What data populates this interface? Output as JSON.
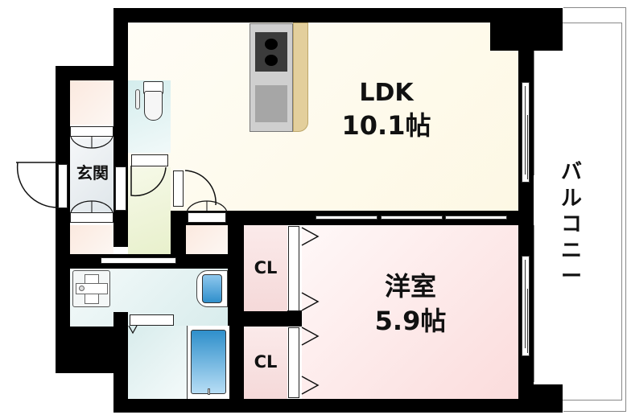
{
  "floor_plan": {
    "rooms": [
      {
        "id": "ldk",
        "name": "LDK",
        "size": "10.1帖"
      },
      {
        "id": "western-room",
        "name": "洋室",
        "size": "5.9帖"
      },
      {
        "id": "entrance",
        "name": "玄関"
      },
      {
        "id": "closet-upper",
        "name": "CL"
      },
      {
        "id": "closet-lower",
        "name": "CL"
      },
      {
        "id": "balcony",
        "name": "バルコニー"
      }
    ],
    "fixtures": [
      "toilet",
      "kitchen-stove",
      "kitchen-sink",
      "washbasin",
      "washing-machine-pan",
      "bathtub"
    ],
    "colors": {
      "wall": "#000000",
      "ldk_floor": "#fdfbf0",
      "western_floor": "#fbe2e2",
      "closet_floor": "#f7dede",
      "wet_area": "#e3f2f2",
      "hall_floor": "#eef3d8",
      "storage_floor": "#fbeee4",
      "counter": "#e3cf9c",
      "bath_blue": "#3a9bd0"
    }
  },
  "labels": {
    "ldk_name": "LDK",
    "ldk_size": "10.1帖",
    "western_name": "洋室",
    "western_size": "5.9帖",
    "entrance": "玄関",
    "closet_1": "CL",
    "closet_2": "CL",
    "balcony": "バ\nル\nコ\nニ\nー"
  }
}
